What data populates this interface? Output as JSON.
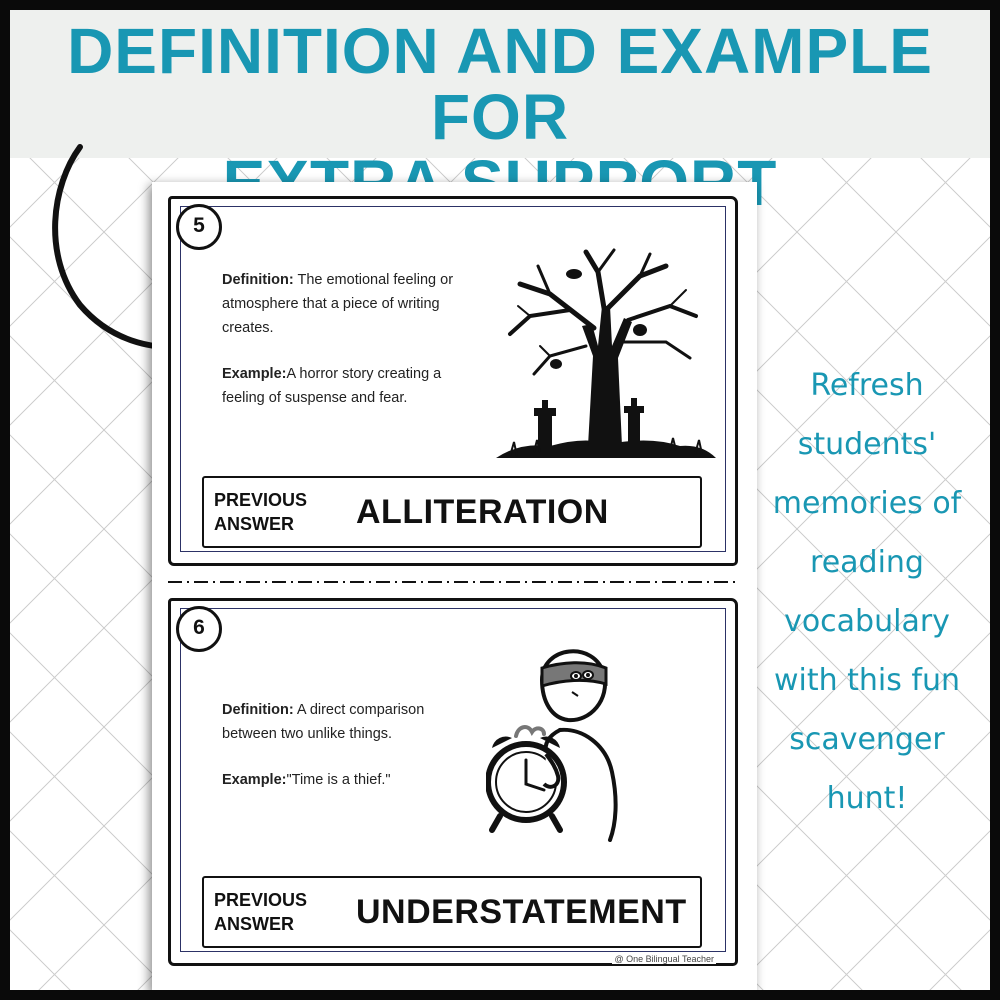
{
  "header": {
    "line1": "DEFINITION AND EXAMPLE FOR",
    "line2": "EXTRA SUPPORT"
  },
  "colors": {
    "accent": "#1997b3",
    "header_bg": "#eef0ee",
    "ink": "#111111"
  },
  "cards": [
    {
      "number": "5",
      "definition_label": "Definition:",
      "definition_lines": [
        "The emotional feeling or",
        "atmosphere that a piece of writing",
        "creates."
      ],
      "example_label": "Example:",
      "example_lines": [
        "A horror story creating a",
        "feeling of suspense and fear."
      ],
      "answer_label_line1": "PREVIOUS",
      "answer_label_line2": "ANSWER",
      "answer": "ALLITERATION",
      "illustration": "spooky-tree-graveyard-icon"
    },
    {
      "number": "6",
      "definition_label": "Definition:",
      "definition_lines": [
        "A direct comparison",
        "between two unlike things."
      ],
      "example_label": "Example:",
      "example_lines": [
        "\"Time is a thief.\""
      ],
      "answer_label_line1": "PREVIOUS",
      "answer_label_line2": "ANSWER",
      "answer": "UNDERSTATEMENT",
      "illustration": "thief-with-clock-icon"
    }
  ],
  "credit": "@ One Bilingual Teacher",
  "side_text": [
    "Refresh",
    "students'",
    "memories of",
    "reading",
    "vocabulary",
    "with this fun",
    "scavenger",
    "hunt!"
  ]
}
